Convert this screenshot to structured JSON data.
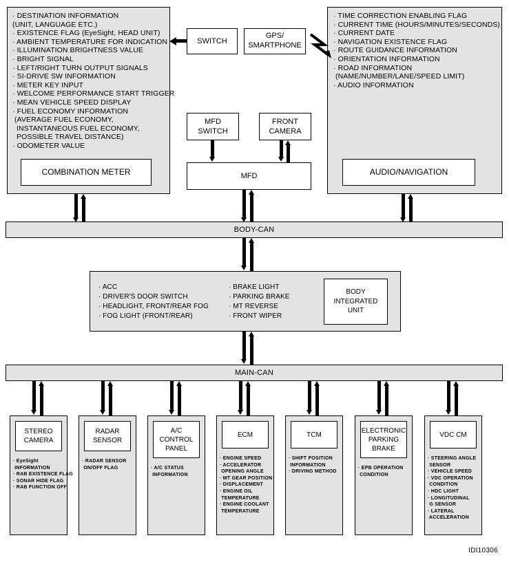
{
  "diagram": {
    "id_code": "IDI10306",
    "colors": {
      "panel_fill": "#e3e3e3",
      "box_fill": "#ffffff",
      "stroke": "#000000"
    }
  },
  "top_left_panel": {
    "name": "combination-meter-panel",
    "signals": [
      "· DESTINATION INFORMATION",
      "(UNIT, LANGUAGE ETC.)",
      "· EXISTENCE FLAG (EyeSight, HEAD UNIT)",
      "· AMBIENT TEMPERATURE FOR INDICATION",
      "· ILLUMINATION BRIGHTNESS VALUE",
      "· BRIGHT SIGNAL",
      "· LEFT/RIGHT TURN OUTPUT SIGNALS",
      "· SI-DRIVE SW INFORMATION",
      "· METER KEY INPUT",
      "· WELCOME PERFORMANCE START TRIGGER",
      "· MEAN VEHICLE SPEED DISPLAY",
      "· FUEL ECONOMY INFORMATION",
      " (AVERAGE FUEL ECONOMY,",
      "  INSTANTANEOUS FUEL ECONOMY,",
      "  POSSIBLE TRAVEL DISTANCE)",
      "· ODOMETER VALUE"
    ],
    "module_label": "COMBINATION METER"
  },
  "top_right_panel": {
    "name": "audio-navigation-panel",
    "signals": [
      "· TIME CORRECTION ENABLING FLAG",
      "· CURRENT TIME (HOURS/MINUTES/SECONDS)",
      "· CURRENT DATE",
      "· NAVIGATION EXISTENCE FLAG",
      "· ROUTE GUIDANCE INFORMATION",
      "· ORIENTATION INFORMATION",
      "· ROAD INFORMATION",
      " (NAME/NUMBER/LANE/SPEED LIMIT)",
      "· AUDIO INFORMATION"
    ],
    "module_label": "AUDIO/NAVIGATION"
  },
  "center_top": {
    "switch_label": "SWITCH",
    "gps_label": "GPS/\nSMARTPHONE",
    "gps_label_line1": "GPS/",
    "gps_label_line2": "SMARTPHONE"
  },
  "mfd_group": {
    "mfd_switch_line1": "MFD",
    "mfd_switch_line2": "SWITCH",
    "front_camera_line1": "FRONT",
    "front_camera_line2": "CAMERA",
    "mfd_label": "MFD"
  },
  "buses": {
    "body_can": "BODY-CAN",
    "main_can": "MAIN-CAN"
  },
  "biu_panel": {
    "column_left": [
      "· ACC",
      "· DRIVER'S DOOR SWITCH",
      "· HEADLIGHT, FRONT/REAR FOG",
      "· FOG LIGHT (FRONT/REAR)"
    ],
    "column_right": [
      "· BRAKE LIGHT",
      "· PARKING BRAKE",
      "· MT REVERSE",
      "· FRONT WIPER"
    ],
    "module_line1": "BODY",
    "module_line2": "INTEGRATED",
    "module_line3": "UNIT"
  },
  "modules": [
    {
      "name": "stereo-camera",
      "title_lines": [
        "STEREO",
        "CAMERA"
      ],
      "signals": [
        "· EyeSight",
        " INFORMATION",
        "· RAB EXISTENCE FLAG",
        "· SONAR HIDE FLAG",
        "· RAB FUNCTION OFF"
      ]
    },
    {
      "name": "radar-sensor",
      "title_lines": [
        "RADAR",
        "SENSOR"
      ],
      "signals": [
        "· RADAR SENSOR",
        " ON/OFF FLAG"
      ]
    },
    {
      "name": "ac-control-panel",
      "title_lines": [
        "A/C",
        "CONTROL",
        "PANEL"
      ],
      "signals": [
        "· A/C STATUS",
        " INFORMATION"
      ]
    },
    {
      "name": "ecm",
      "title_lines": [
        "ECM"
      ],
      "signals": [
        "· ENGINE SPEED",
        "· ACCELERATOR",
        " OPENING ANGLE",
        "· MT GEAR POSITION",
        "· DISPLACEMENT",
        "· ENGINE OIL",
        " TEMPERATURE",
        "· ENGINE COOLANT",
        " TEMPERATURE"
      ]
    },
    {
      "name": "tcm",
      "title_lines": [
        "TCM"
      ],
      "signals": [
        "· SHIFT POSITION",
        " INFORMATION",
        "· DRIVING METHOD"
      ]
    },
    {
      "name": "electronic-parking-brake",
      "title_lines": [
        "ELECTRONIC",
        "PARKING",
        "BRAKE"
      ],
      "signals": [
        "· EPB OPERATION",
        " CONDITION"
      ]
    },
    {
      "name": "vdc-cm",
      "title_lines": [
        "VDC CM"
      ],
      "signals": [
        "· STEERING ANGLE",
        " SENSOR",
        "· VEHICLE SPEED",
        "· VDC OPERATION",
        " CONDITION",
        "· HDC LIGHT",
        "· LONGITUDINAL",
        " G SENSOR",
        "· LATERAL",
        " ACCELERATION"
      ]
    }
  ]
}
